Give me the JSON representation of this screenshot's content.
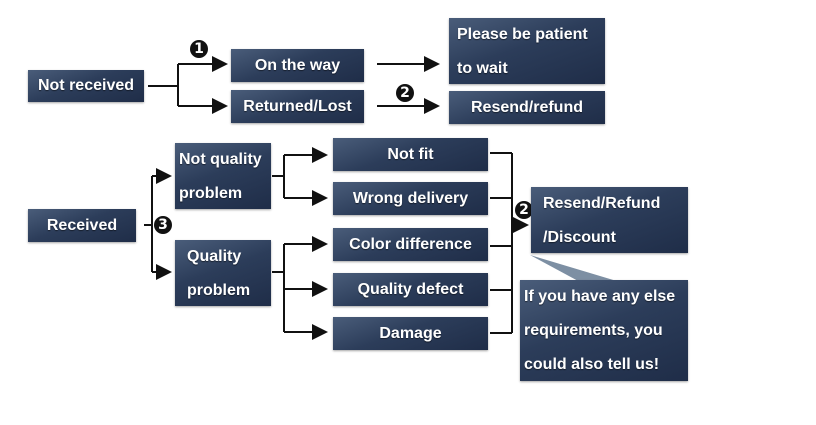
{
  "diagram": {
    "title": "After-sales service flowchart",
    "colors": {
      "box": "#2c3d5a",
      "line": "#111111",
      "callout": "#6b7f95"
    },
    "not_received": {
      "root": "Not received",
      "step_badge": "1",
      "branches": [
        {
          "label": "On the way",
          "result": [
            "Please be patient",
            "to wait"
          ]
        },
        {
          "label": "Returned/Lost",
          "badge": "2",
          "result": [
            "Resend/refund"
          ]
        }
      ]
    },
    "received": {
      "root": "Received",
      "step_badge": "3",
      "groups": [
        {
          "label": [
            "Not quality",
            "problem"
          ],
          "items": [
            "Not fit",
            "Wrong delivery"
          ]
        },
        {
          "label": [
            "Quality",
            "problem"
          ],
          "items": [
            "Color difference",
            "Quality defect",
            "Damage"
          ]
        }
      ],
      "result_badge": "2",
      "result": [
        "Resend/Refund",
        "/Discount"
      ],
      "note": [
        "If you have any else",
        "requirements, you",
        "could also tell us!"
      ]
    }
  }
}
